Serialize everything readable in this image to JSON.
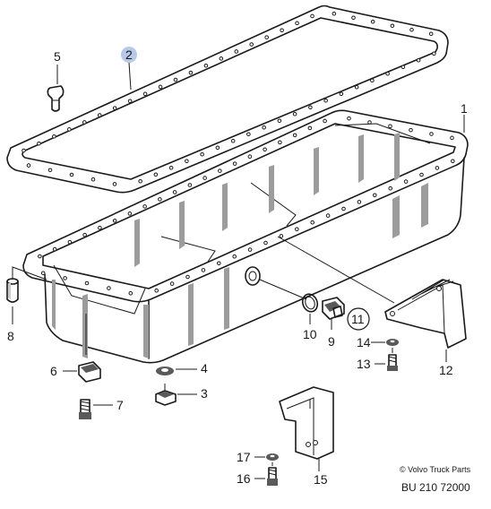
{
  "callouts": {
    "c1": "1",
    "c2": "2",
    "c3": "3",
    "c4": "4",
    "c5": "5",
    "c6": "6",
    "c7": "7",
    "c8": "8",
    "c9": "9",
    "c10": "10",
    "c11": "11",
    "c12": "12",
    "c13": "13",
    "c14": "14",
    "c15": "15",
    "c16": "16",
    "c17": "17"
  },
  "copyright": "© Volvo Truck Parts",
  "diagram_code": "BU 210 72000",
  "colors": {
    "highlight_circle": "#b8c8e8"
  }
}
